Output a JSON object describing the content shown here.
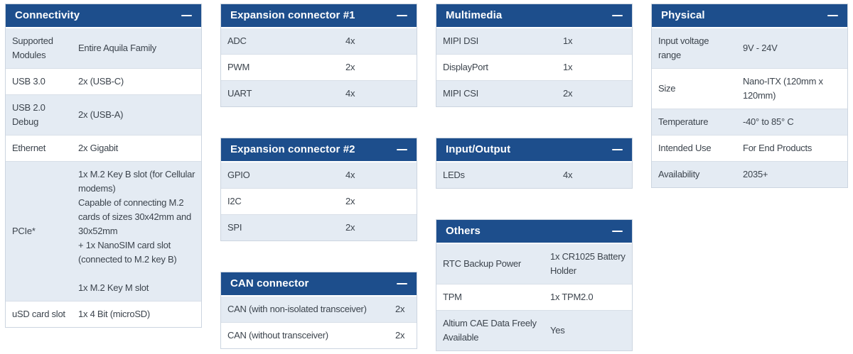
{
  "theme": {
    "page_bg": "#ffffff",
    "header_bg": "#1d4e8c",
    "header_text": "#ffffff",
    "row_alt_bg": "#e4ebf3",
    "row_bg": "#ffffff",
    "table_border": "#ccd5e0",
    "row_divider": "#d8dfe8",
    "text_color": "#3c444d"
  },
  "icons": {
    "collapse": "minus-icon"
  },
  "columns": [
    {
      "tables": [
        {
          "title": "Connectivity",
          "rows": [
            {
              "label": "Supported Modules",
              "value": "Entire Aquila Family"
            },
            {
              "label": "USB 3.0",
              "value": "2x (USB-C)"
            },
            {
              "label": "USB 2.0 Debug",
              "value": "2x (USB-A)"
            },
            {
              "label": "Ethernet",
              "value": "2x Gigabit"
            },
            {
              "label": "PCIe*",
              "value": "1x M.2 Key B slot (for Cellular modems)\nCapable of connecting M.2 cards of sizes 30x42mm and 30x52mm\n+ 1x NanoSIM card slot (connected to M.2 key B)\n\n1x M.2 Key M slot"
            },
            {
              "label": "uSD card slot",
              "value": "1x 4 Bit (microSD)"
            }
          ]
        }
      ]
    },
    {
      "tables": [
        {
          "title": "Expansion connector #1",
          "rows": [
            {
              "label": "ADC",
              "value": "4x"
            },
            {
              "label": "PWM",
              "value": "2x"
            },
            {
              "label": "UART",
              "value": "4x"
            }
          ]
        },
        {
          "title": "Expansion connector #2",
          "rows": [
            {
              "label": "GPIO",
              "value": "4x"
            },
            {
              "label": "I2C",
              "value": "2x"
            },
            {
              "label": "SPI",
              "value": "2x"
            }
          ]
        },
        {
          "title": "CAN connector",
          "rows": [
            {
              "label": "CAN (with non-isolated transceiver)",
              "value": "2x"
            },
            {
              "label": "CAN (without transceiver)",
              "value": "2x"
            }
          ]
        }
      ]
    },
    {
      "tables": [
        {
          "title": "Multimedia",
          "rows": [
            {
              "label": "MIPI DSI",
              "value": "1x"
            },
            {
              "label": "DisplayPort",
              "value": "1x"
            },
            {
              "label": "MIPI CSI",
              "value": "2x"
            }
          ]
        },
        {
          "title": "Input/Output",
          "rows": [
            {
              "label": "LEDs",
              "value": "4x"
            }
          ]
        },
        {
          "title": "Others",
          "rows": [
            {
              "label": "RTC Backup Power",
              "value": "1x CR1025 Battery Holder"
            },
            {
              "label": "TPM",
              "value": "1x TPM2.0"
            },
            {
              "label": "Altium CAE Data Freely Available",
              "value": "Yes"
            }
          ]
        }
      ]
    },
    {
      "tables": [
        {
          "title": "Physical",
          "rows": [
            {
              "label": "Input voltage range",
              "value": "9V - 24V"
            },
            {
              "label": "Size",
              "value": "Nano-ITX (120mm x 120mm)"
            },
            {
              "label": "Temperature",
              "value": "-40° to 85° C"
            },
            {
              "label": "Intended Use",
              "value": "For End Products"
            },
            {
              "label": "Availability",
              "value": "2035+"
            }
          ]
        }
      ]
    }
  ]
}
